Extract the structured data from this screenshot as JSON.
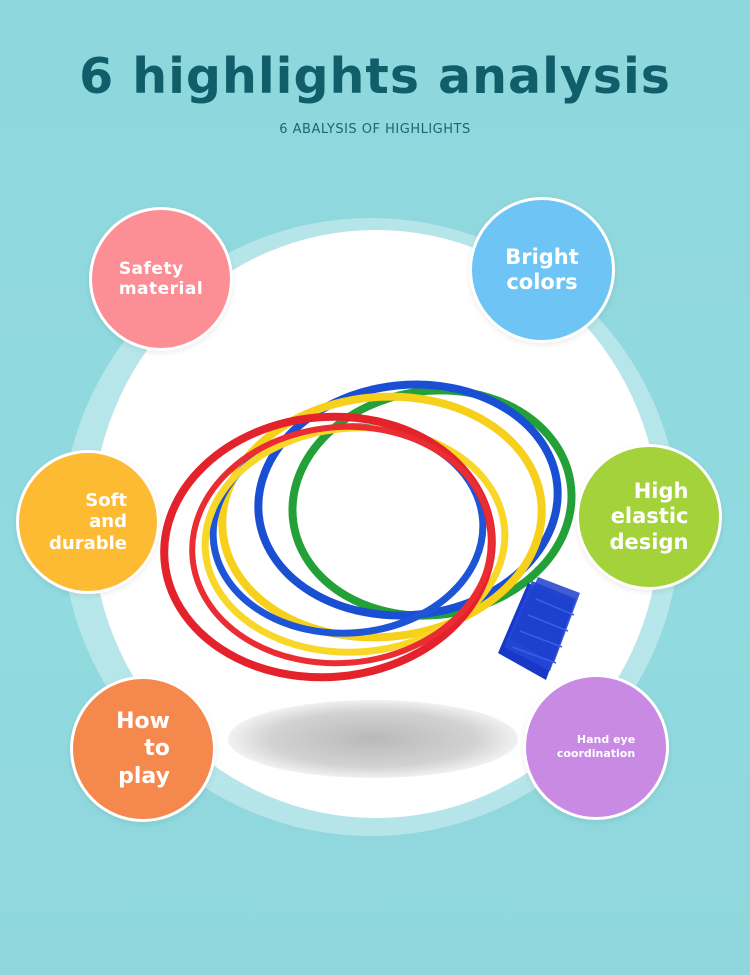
{
  "header": {
    "title": "6 highlights analysis",
    "subtitle": "6 ABALYSIS OF HIGHLIGHTS"
  },
  "highlights": [
    {
      "label": "Safety\nmaterial",
      "color": "#fb8f95"
    },
    {
      "label": "Bright\ncolors",
      "color": "#6ec4f4"
    },
    {
      "label": "Soft\nand\ndurable",
      "color": "#fdba33"
    },
    {
      "label": "High\nelastic\ndesign",
      "color": "#a3d23a"
    },
    {
      "label": "How\nto\nplay",
      "color": "#f4884d"
    },
    {
      "label": "Hand eye\ncoordination",
      "color": "#c88ae3"
    }
  ],
  "product": {
    "image": "rainbow-hoop-rings-icon",
    "ring_colors": [
      "#e8222a",
      "#f7d21c",
      "#1f56d8",
      "#2ea83a"
    ]
  }
}
